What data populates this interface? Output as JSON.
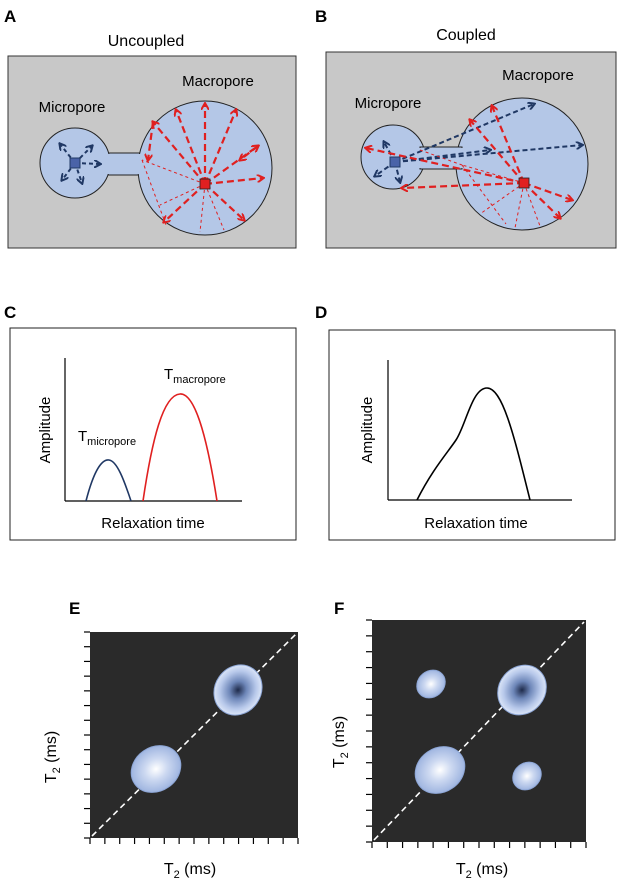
{
  "panels": {
    "a": {
      "letter": "A",
      "title": "Uncoupled",
      "small_label": "Micropore",
      "large_label": "Macropore"
    },
    "b": {
      "letter": "B",
      "title": "Coupled",
      "small_label": "Micropore",
      "large_label": "Macropore"
    },
    "c": {
      "letter": "C",
      "ylabel": "Amplitude",
      "xlabel": "Relaxation time",
      "peak1_main": "T",
      "peak1_sub": "micropore",
      "peak2_main": "T",
      "peak2_sub": "macropore"
    },
    "d": {
      "letter": "D",
      "ylabel": "Amplitude",
      "xlabel": "Relaxation time"
    },
    "e": {
      "letter": "E",
      "ylabel_main": "T",
      "ylabel_sub": "2",
      "ylabel_unit": " (ms)",
      "xlabel_main": "T",
      "xlabel_sub": "2",
      "xlabel_unit": " (ms)"
    },
    "f": {
      "letter": "F",
      "ylabel_main": "T",
      "ylabel_sub": "2",
      "ylabel_unit": " (ms)",
      "xlabel_main": "T",
      "xlabel_sub": "2",
      "xlabel_unit": " (ms)"
    }
  },
  "colors": {
    "pore_fill": "#b4c7e7",
    "box_fill": "#c8c8c8",
    "micro_color": "#203864",
    "macro_color": "#e02020",
    "map_bg": "#2a2a2a"
  }
}
